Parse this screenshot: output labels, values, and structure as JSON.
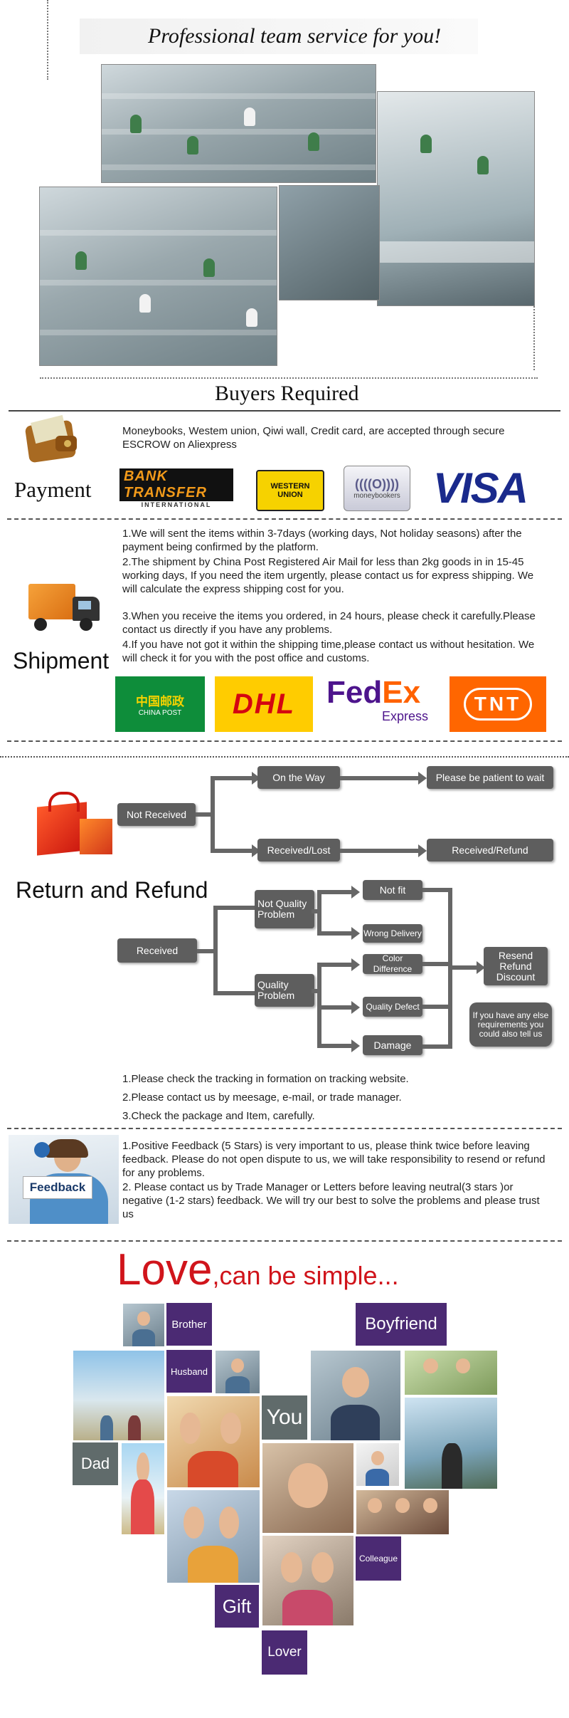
{
  "header": {
    "title": "Professional team service for you!"
  },
  "buyers_required": {
    "title": "Buyers Required"
  },
  "payment": {
    "label": "Payment",
    "text": "Moneybooks, Westem union, Qiwi wall, Credit card,  are accepted through secure ESCROW on Aliexpress",
    "logos": {
      "bank_main": "BANK TRANSFER",
      "bank_sub": "INTERNATIONAL",
      "western_union": "WESTERN UNION",
      "moneybookers": "moneybookers",
      "visa": "VISA"
    }
  },
  "shipment": {
    "label": "Shipment",
    "items": [
      "1.We will sent the items within 3-7days (working days, Not holiday seasons) after the payment being confirmed by the platform.",
      "2.The shipment by China Post Registered Air Mail for less than  2kg goods in in 15-45 working days, If  you need the item urgently, please contact us for express shipping. We will calculate the express shipping cost for you.",
      "3.When you receive the items you ordered, in 24 hours, please check it carefully.Please contact us directly if you have any problems.",
      "4.If you have not got it within the shipping time,please contact us without hesitation. We will check it for you with the post office and customs."
    ],
    "logos": {
      "chinapost_cn": "中国邮政",
      "chinapost_en": "CHINA POST",
      "dhl": "DHL",
      "fedex_fed": "Fed",
      "fedex_ex": "Ex",
      "fedex_express": "Express",
      "tnt": "TNT"
    }
  },
  "refund": {
    "label": "Return and Refund",
    "flow": {
      "not_received": "Not Received",
      "on_the_way": "On the Way",
      "be_patient": "Please be patient to wait",
      "received_lost": "Received/Lost",
      "received_refund": "Received/Refund",
      "received": "Received",
      "not_quality_problem": "Not Quality Problem",
      "quality_problem": "Quality Problem",
      "not_fit": "Not fit",
      "wrong_delivery": "Wrong Delivery",
      "color_difference": "Color Difference",
      "quality_defect": "Quality Defect",
      "damage": "Damage",
      "resend_refund_discount": "Resend Refund Discount",
      "any_else": "If you have any else requirements you could also tell us"
    },
    "notes": [
      "1.Please check the tracking in formation on tracking website.",
      "2.Please contact us by meesage, e-mail, or trade manager.",
      "3.Check the package and Item, carefully."
    ]
  },
  "feedback": {
    "label": "Feedback",
    "items": [
      "1.Positive Feedback (5 Stars) is very important to us, please think twice before leaving feedback. Please do not open dispute to us, we will take responsibility to resend or refund for any problems.",
      "2. Please contact us by Trade Manager or Letters before leaving neutral(3 stars )or negative (1-2 stars) feedback. We will try our best to solve the problems and please trust us"
    ]
  },
  "love": {
    "title_big": "Love",
    "title_rest": ",can be simple...",
    "labels": {
      "brother": "Brother",
      "boyfriend": "Boyfriend",
      "husband": "Husband",
      "you": "You",
      "dad": "Dad",
      "colleague": "Colleague",
      "gift": "Gift",
      "lover": "Lover"
    }
  },
  "colors": {
    "love_red": "#d0141b",
    "label_purple": "#4b2a73",
    "label_gray": "#606b6b",
    "flow_gray": "#5e5e5e"
  }
}
